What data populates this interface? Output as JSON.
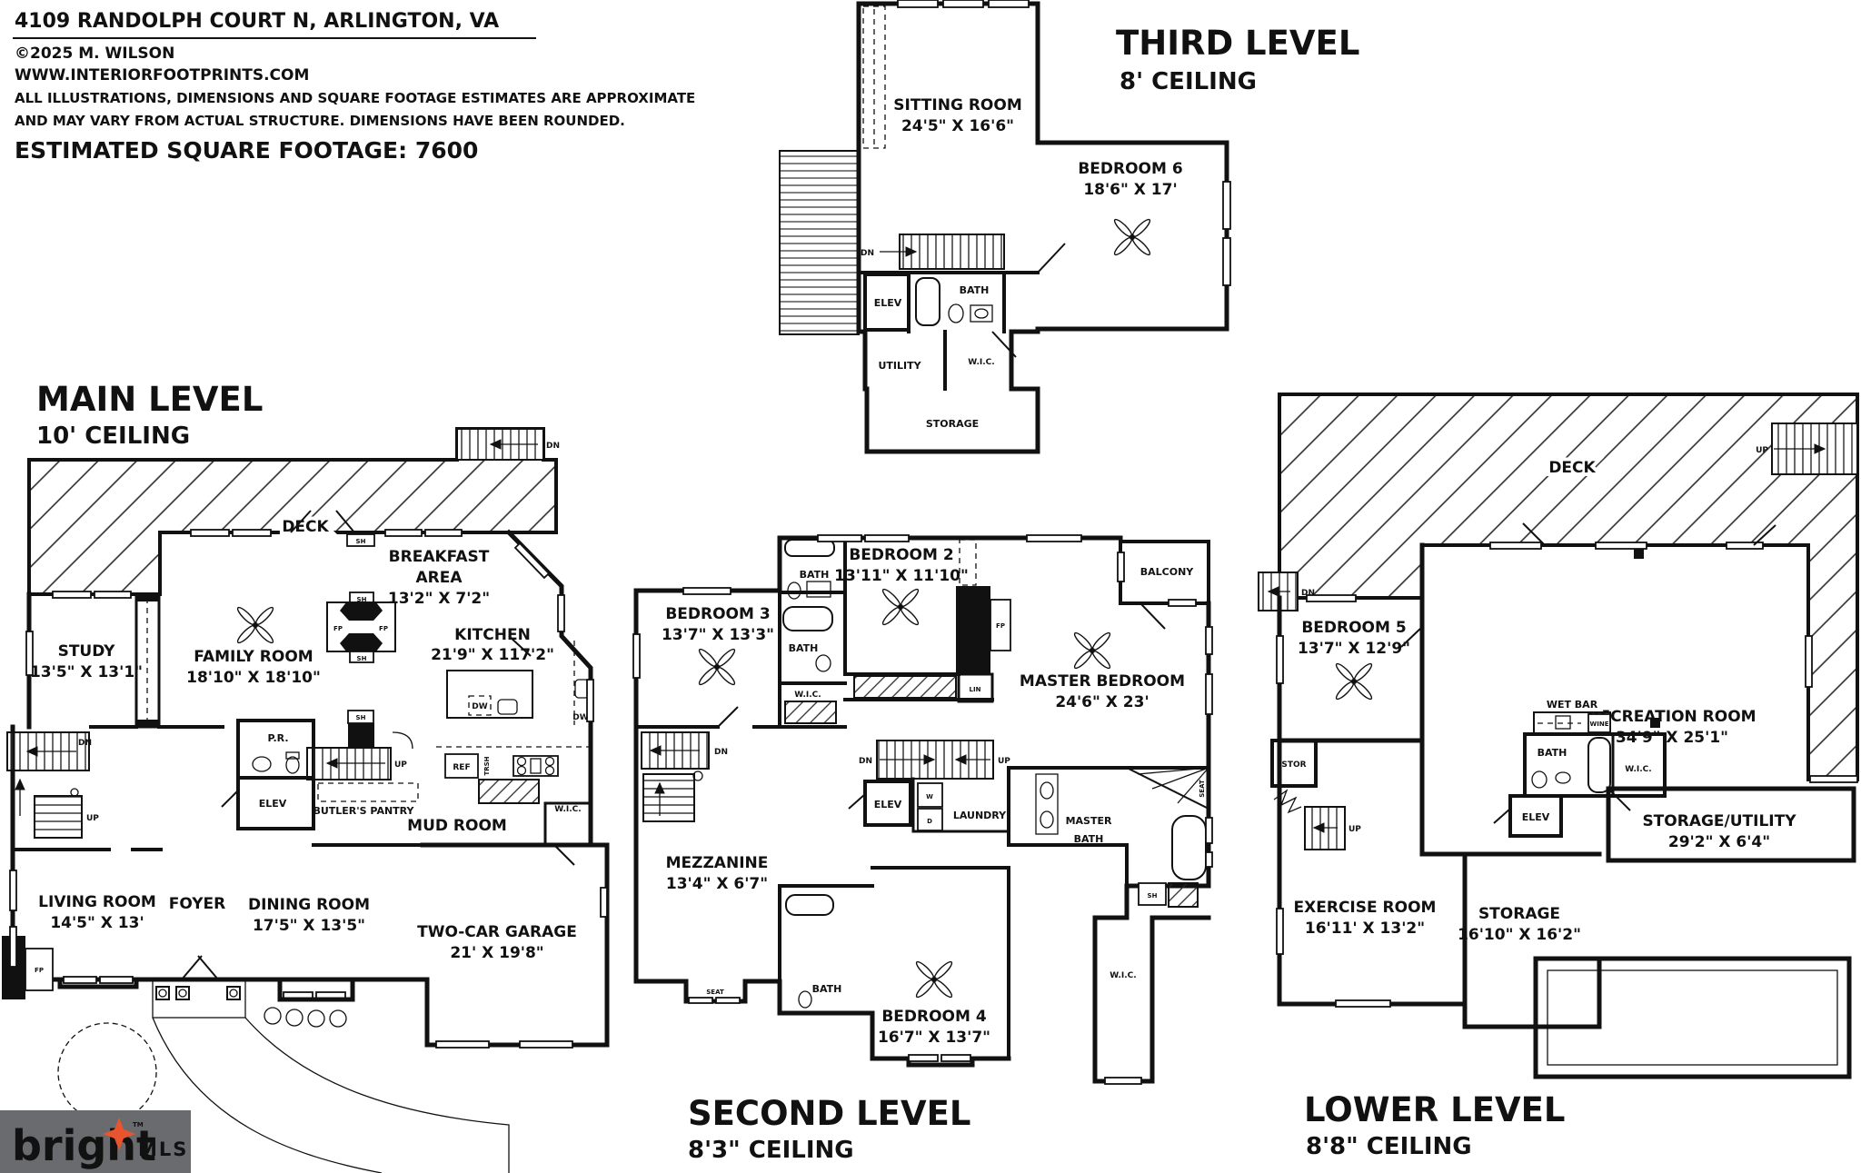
{
  "header": {
    "address": "4109 RANDOLPH COURT N, ARLINGTON, VA",
    "copyright": "©2025 M. WILSON",
    "website": "WWW.INTERIORFOOTPRINTS.COM",
    "disclaimer_line1": "ALL ILLUSTRATIONS, DIMENSIONS AND SQUARE FOOTAGE ESTIMATES ARE APPROXIMATE",
    "disclaimer_line2": "AND MAY VARY FROM ACTUAL STRUCTURE. DIMENSIONS HAVE BEEN ROUNDED.",
    "square_footage": "ESTIMATED SQUARE FOOTAGE: 7600"
  },
  "markers": {
    "dn": "DN",
    "up": "UP",
    "elev": "ELEV",
    "bath": "BATH",
    "wic": "W.I.C.",
    "sh": "SH",
    "fp": "FP",
    "seat": "SEAT",
    "lin": "LIN",
    "dw": "DW",
    "ref": "REF",
    "trash": "TRSH",
    "w": "W",
    "d": "D",
    "wine": "WINE",
    "pr": "P.R.",
    "stor": "STOR",
    "deck": "DECK"
  },
  "levels": {
    "third": {
      "title": "THIRD LEVEL",
      "ceiling": "8' CEILING",
      "rooms": {
        "sitting": {
          "name": "SITTING ROOM",
          "dims": "24'5\" X 16'6\""
        },
        "bedroom6": {
          "name": "BEDROOM 6",
          "dims": "18'6\" X 17'"
        },
        "utility": {
          "name": "UTILITY"
        },
        "storage": {
          "name": "STORAGE"
        }
      }
    },
    "main": {
      "title": "MAIN LEVEL",
      "ceiling": "10' CEILING",
      "rooms": {
        "study": {
          "name": "STUDY",
          "dims": "13'5\" X 13'1\""
        },
        "family": {
          "name": "FAMILY ROOM",
          "dims": "18'10\" X 18'10\""
        },
        "breakfast": {
          "line1": "BREAKFAST",
          "line2": "AREA",
          "dims": "13'2\" X 7'2\""
        },
        "kitchen": {
          "name": "KITCHEN",
          "dims": "21'9\" X 117'2\""
        },
        "butlers": {
          "name": "BUTLER'S PANTRY"
        },
        "mudroom": {
          "name": "MUD ROOM"
        },
        "living": {
          "name": "LIVING ROOM",
          "dims": "14'5\" X 13'"
        },
        "foyer": {
          "name": "FOYER"
        },
        "dining": {
          "name": "DINING ROOM",
          "dims": "17'5\" X 13'5\""
        },
        "garage": {
          "name": "TWO-CAR GARAGE",
          "dims": "21' X 19'8\""
        }
      }
    },
    "second": {
      "title": "SECOND LEVEL",
      "ceiling": "8'3\" CEILING",
      "rooms": {
        "bedroom2": {
          "name": "BEDROOM 2",
          "dims": "13'11\" X 11'10\""
        },
        "bedroom3": {
          "name": "BEDROOM 3",
          "dims": "13'7\" X 13'3\""
        },
        "balcony": {
          "name": "BALCONY"
        },
        "master": {
          "name": "MASTER BEDROOM",
          "dims": "24'6\" X 23'"
        },
        "laundry": {
          "name": "LAUNDRY"
        },
        "masterbath": {
          "line1": "MASTER",
          "line2": "BATH"
        },
        "mezzanine": {
          "name": "MEZZANINE",
          "dims": "13'4\" X 6'7\""
        },
        "bedroom4": {
          "name": "BEDROOM 4",
          "dims": "16'7\" X 13'7\""
        }
      }
    },
    "lower": {
      "title": "LOWER LEVEL",
      "ceiling": "8'8\" CEILING",
      "rooms": {
        "bedroom5": {
          "name": "BEDROOM 5",
          "dims": "13'7\" X 12'9\""
        },
        "recreation": {
          "name": "RECREATION ROOM",
          "dims": "34'9\" X 25'1\""
        },
        "wetbar": {
          "name": "WET BAR"
        },
        "storutil": {
          "name": "STORAGE/UTILITY",
          "dims": "29'2\" X 6'4\""
        },
        "exercise": {
          "name": "EXERCISE ROOM",
          "dims": "16'11' X 13'2\""
        },
        "storage": {
          "name": "STORAGE",
          "dims": "16'10\" X 16'2\""
        }
      }
    }
  },
  "logo": {
    "brand": "bright",
    "tm": "TM",
    "suffix": "MLS"
  }
}
